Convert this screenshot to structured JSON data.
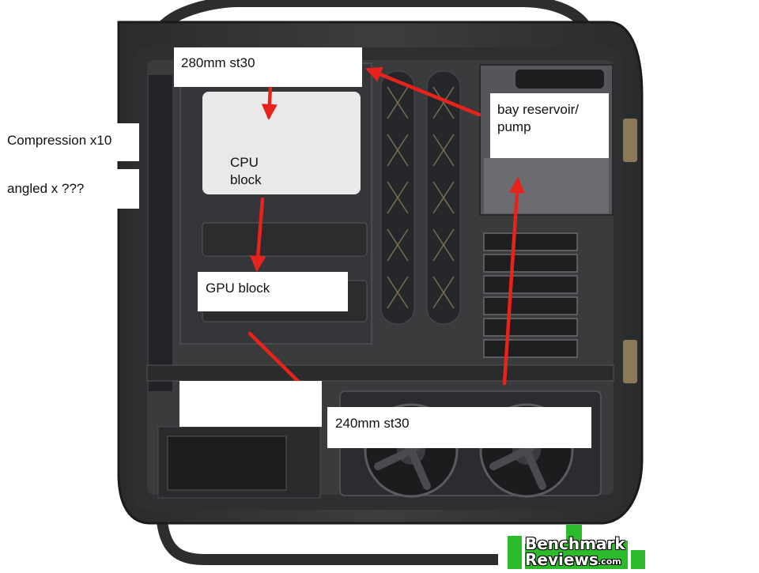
{
  "labels": {
    "top_radiator": "280mm st30",
    "bay_reservoir": "bay reservoir/\npump",
    "compression": "Compression x10",
    "angled": "angled x ???",
    "cpu_block": "CPU\nblock",
    "gpu_block": "GPU block",
    "bottom_radiator": "240mm st30"
  },
  "watermark": {
    "line1": "Benchmark",
    "line2": "Reviews",
    "suffix": ".com"
  },
  "colors": {
    "case_body": "#3a3b3d",
    "case_dark": "#1f2022",
    "case_edge": "#5a5c5e",
    "arrow": "#e8231c",
    "logo_green": "#2bbb2b",
    "label_bg": "#ffffff"
  }
}
